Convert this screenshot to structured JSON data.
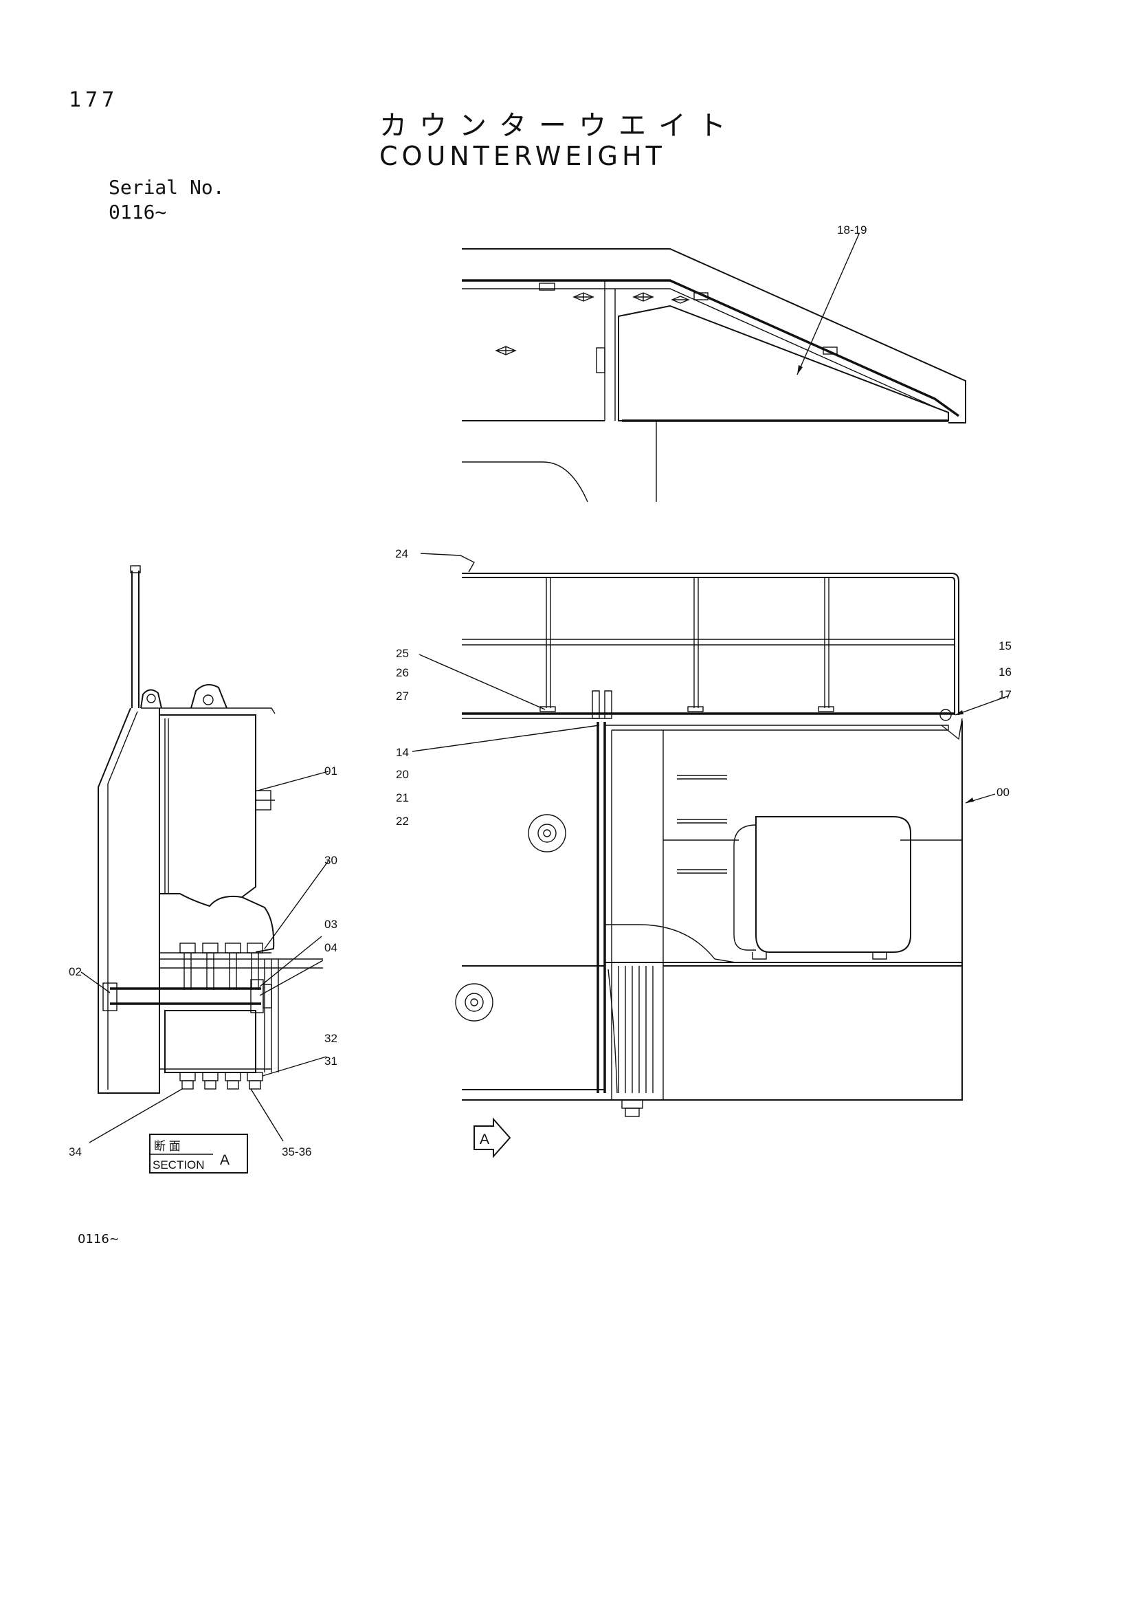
{
  "page": {
    "number": "177",
    "title_jp": "カウンターウエイト",
    "title_en": "COUNTERWEIGHT",
    "serial_label": "Serial No.",
    "serial_range": "0116~",
    "footer_serial": "0116~"
  },
  "section_box": {
    "jp": "断 面",
    "en": "SECTION",
    "letter": "A"
  },
  "view_arrow": {
    "letter": "A"
  },
  "callouts": {
    "c18_19": "18-19",
    "c24": "24",
    "c25": "25",
    "c26": "26",
    "c27": "27",
    "c14": "14",
    "c20": "20",
    "c21": "21",
    "c22": "22",
    "c15": "15",
    "c16": "16",
    "c17": "17",
    "c00": "00",
    "c01": "01",
    "c30": "30",
    "c03": "03",
    "c04": "04",
    "c02": "02",
    "c32": "32",
    "c31": "31",
    "c34": "34",
    "c35_36": "35-36"
  }
}
